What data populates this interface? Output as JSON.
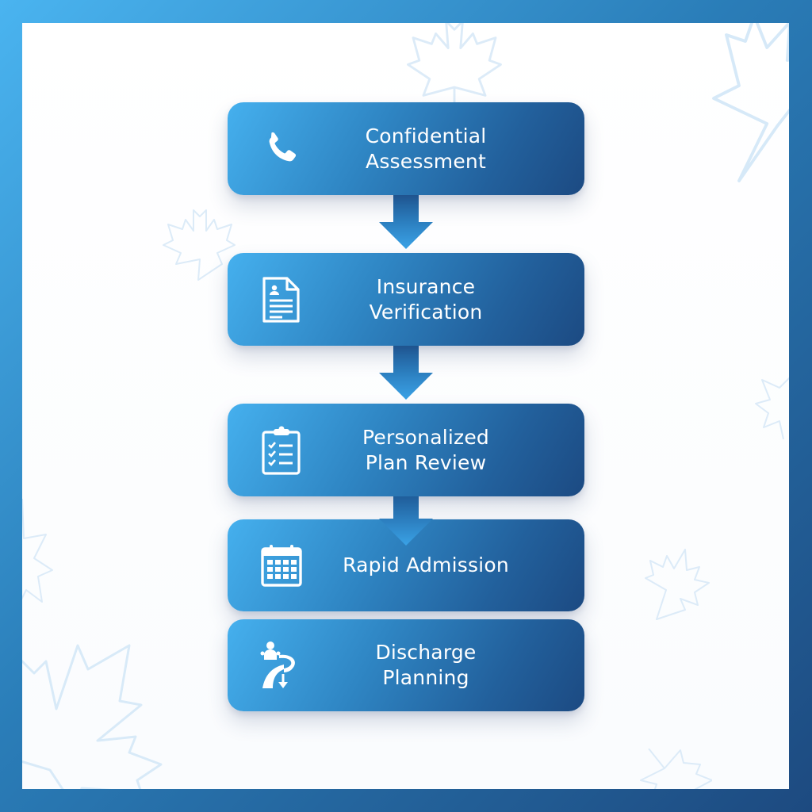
{
  "diagram": {
    "type": "vertical-flowchart",
    "steps": [
      {
        "id": 1,
        "icon": "phone-icon",
        "line1": "Confidential",
        "line2": "Assessment"
      },
      {
        "id": 2,
        "icon": "document-icon",
        "line1": "Insurance",
        "line2": "Verification"
      },
      {
        "id": 3,
        "icon": "clipboard-checklist-icon",
        "line1": "Personalized",
        "line2": "Plan Review"
      },
      {
        "id": 4,
        "icon": "calendar-icon",
        "line1": "Rapid Admission",
        "line2": ""
      },
      {
        "id": 5,
        "icon": "person-path-icon",
        "line1": "Discharge",
        "line2": "Planning"
      }
    ],
    "connectors": [
      "arrow-down",
      "arrow-down",
      "arrow-down"
    ],
    "decorations": "maple-leaf-outlines"
  },
  "colors": {
    "frame_light": "#4ab4f0",
    "frame_dark": "#1d4a80",
    "card_light": "#45b0ee",
    "card_dark": "#1c4a82",
    "arrow": "#3a9de0",
    "leaf_outline": "#d8eaf8",
    "text": "#ffffff"
  }
}
